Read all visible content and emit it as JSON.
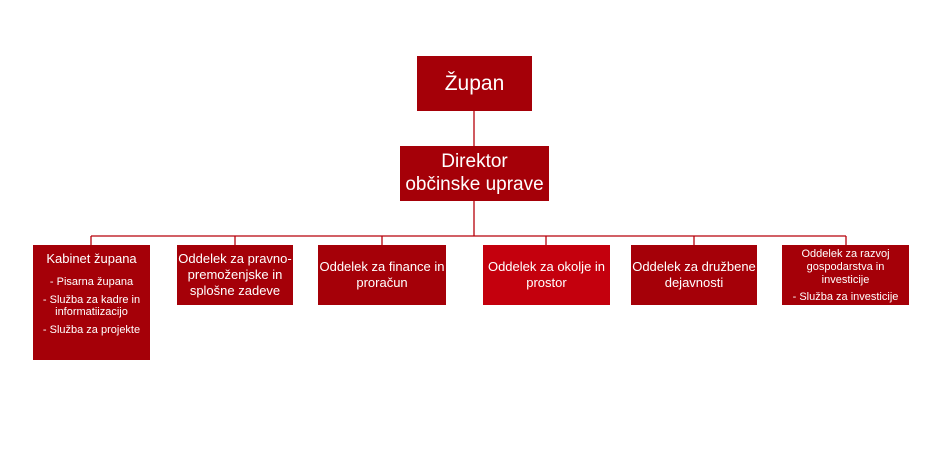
{
  "chart": {
    "top": {
      "label": "Župan"
    },
    "director": {
      "label": "Direktor\nobčinske uprave"
    },
    "departments": [
      {
        "label": "Kabinet župana",
        "sub_units": [
          "- Pisarna župana",
          "- Služba za kadre in\ninformatiizacijo",
          "- Služba za projekte"
        ]
      },
      {
        "label": "Oddelek za pravno-\npremoženjske in\nsplošne zadeve"
      },
      {
        "label": "Oddelek za finance in\nproračun"
      },
      {
        "label": "Oddelek za okolje in\nprostor"
      },
      {
        "label": "Oddelek za družbene\ndejavnosti"
      },
      {
        "label": "Oddelek za razvoj\ngospodarstva in\ninvesticije",
        "sub_units": [
          "- Služba za investicije"
        ]
      }
    ]
  },
  "colors": {
    "box": "#a50008",
    "box_highlight": "#c4000d",
    "connector": "#b7000a",
    "text": "#ffffff"
  }
}
